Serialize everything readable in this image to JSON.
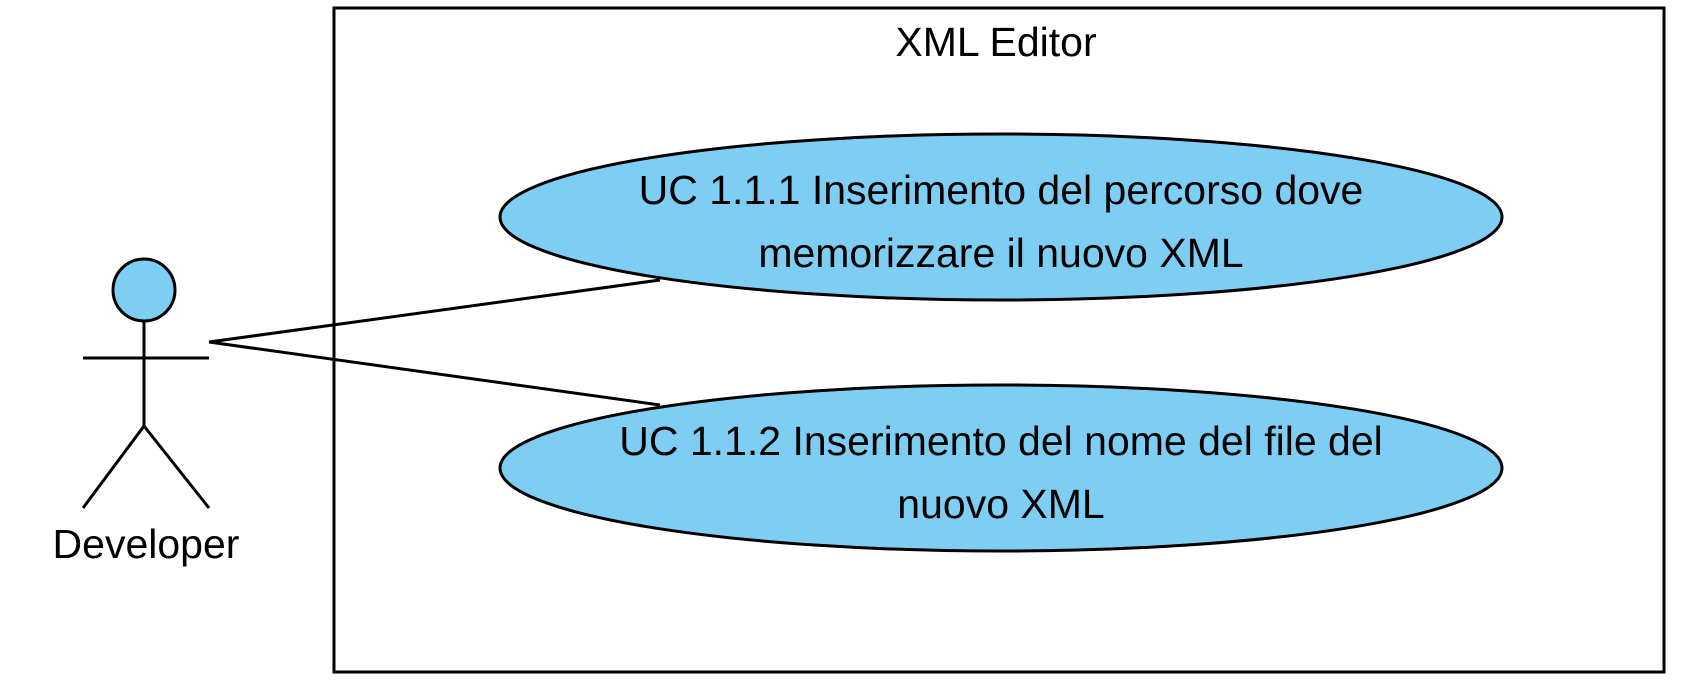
{
  "system": {
    "title": "XML Editor"
  },
  "actor": {
    "name": "Developer"
  },
  "use_cases": [
    {
      "line1": "UC 1.1.1 Inserimento del percorso dove",
      "line2": "memorizzare il nuovo XML"
    },
    {
      "line1": "UC 1.1.2 Inserimento del nome del file del",
      "line2": "nuovo XML"
    }
  ],
  "colors": {
    "use_case_fill": "#7ECEF4",
    "actor_head_fill": "#7ECEF4",
    "stroke": "#000000",
    "background": "#FFFFFF"
  }
}
